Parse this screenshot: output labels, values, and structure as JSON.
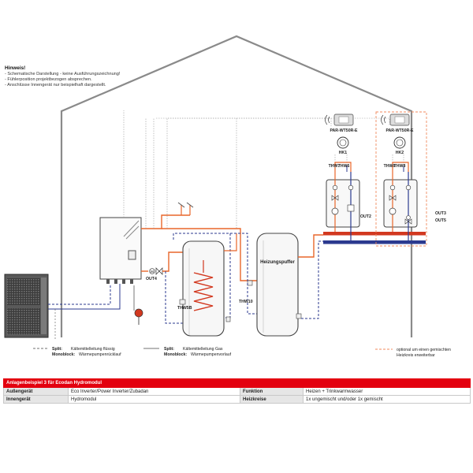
{
  "note": {
    "heading": "Hinweis!",
    "lines": [
      "- Schematische Darstellung - keine Ausführungszeichnung!",
      "- Fühlerposition projektbezogen absprechen.",
      "- Anschlüsse Innengerät nur beispielhaft dargestellt."
    ]
  },
  "labels": {
    "controller_left": "PAR-WT50R-E",
    "controller_right": "PAR-WT50R-E",
    "hk1": "HK1",
    "hk2": "HK2",
    "thw7": "THW7",
    "thw6": "THW6",
    "thw9": "THW9",
    "thw8": "THW8",
    "out2": "OUT2",
    "out3": "OUT3",
    "out5": "OUT5",
    "out4": "OUT4",
    "thw5b": "THW5B",
    "thw10": "THW10",
    "puffer": "Heizungspuffer"
  },
  "legend": {
    "split1": "Split:",
    "split1_text": "Kältemittelleitung flüssig",
    "mono1": "Monoblock:",
    "mono1_text": "Wärmepumpenrücklauf",
    "split2": "Split:",
    "split2_text": "Kältemittelleitung Gas",
    "mono2": "Monoblock:",
    "mono2_text": "Wärmepumpenvorlauf",
    "optional_line1": "optional um einen gemischten",
    "optional_line2": "Heizkreis erweiterbar"
  },
  "table": {
    "title": "Anlagenbeispiel 3 für Ecodan Hydromodul",
    "row1": {
      "label1": "Außengerät",
      "value1": "Eco Inverter/Power Inverter/Zubadan",
      "label2": "Funktion",
      "value2": "Heizen + Trinkwarmwasser"
    },
    "row2": {
      "label1": "Innengerät",
      "value1": "Hydromodul",
      "label2": "Heizkreise",
      "value2": "1x ungemischt und/oder 1x gemischt"
    }
  },
  "colors": {
    "orange": "#e8662a",
    "blue": "#2b3a8f",
    "red": "#d2381f",
    "dashed_orange": "#f08a5d",
    "outline": "#555555",
    "accent_red": "#e3000f"
  }
}
